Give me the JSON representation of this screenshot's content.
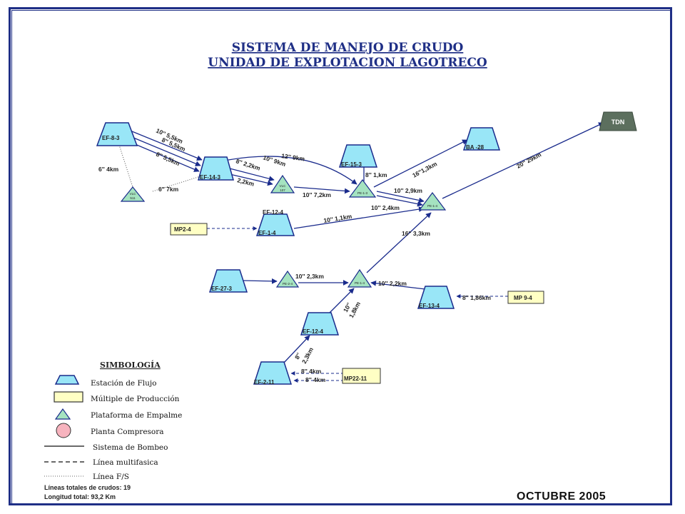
{
  "title": {
    "line1": "SISTEMA DE MANEJO DE CRUDO",
    "line2": "UNIDAD DE EXPLOTACION LAGOTRECO"
  },
  "colors": {
    "frame": "#1f2f86",
    "station_fill": "#99e6f7",
    "station_stroke": "#1a2b8c",
    "platform_fill": "#a5e3c0",
    "manifold_fill": "#ffffc4",
    "compressor_fill": "#f7b3be",
    "tdn_fill": "#5c6f5e"
  },
  "stations": {
    "ef_8_3": "EF-8-3",
    "ef_14_3": "EF-14-3",
    "ef_15_3": "EF-15-3",
    "ba_28": "BA -28",
    "ef_12_4_top": "EF-12-4",
    "ef_1_4": "EF-1-4",
    "ef_27_3": "EF-27-3",
    "ef_13_4": "EF-13-4",
    "ef_12_4_mid": "EF-12-4",
    "ef_2_11": "EF-2-11"
  },
  "platforms": {
    "vlc_left": [
      "VLC",
      "511"
    ],
    "vlc_mid": [
      "VLC",
      "107"
    ],
    "pe_1_3": "PE-1-3",
    "pe_1_4_right": "PE-1-4",
    "pe_2_4": "PE-2-4",
    "pe_1_4_lower": "PE-1-4"
  },
  "manifolds": {
    "mp2_4": "MP2-4",
    "mp9_4": "MP 9-4",
    "mp22_11": "MP22-11"
  },
  "destination": "TDN",
  "pipes": {
    "p1": "10'' 5,5km",
    "p2": "8'' 5,5km",
    "p3": "8'' 5,5km",
    "p4": "6'' 4km",
    "p5": "6'' 7km",
    "p6": "12'' 9km",
    "p7": "10'' 9km",
    "p8": "8'' 2,2km",
    "p9": "2,2km",
    "p10": "8'' 1,km",
    "p11": "10'' 7,2km",
    "p12": "16''1,3km",
    "p13": "10'' 2,9km",
    "p14": "10'' 2,4km",
    "p15": "20'' 29km",
    "p16": "10'' 1,1km",
    "p17": "16'' 3,3km",
    "p18": "10'' 2,3km",
    "p19": "10'' 2,2km",
    "p20": "8'' 1,86km",
    "p21a": "10''",
    "p21b": "1,8km",
    "p22a": "8''",
    "p22b": "2,3km",
    "p23": "8'' 4km",
    "p24": "8'' 4km"
  },
  "legend": {
    "heading": "SIMBOLOGÍA",
    "station": "Estación de Flujo",
    "manifold": "Múltiple de Producción",
    "platform": "Plataforma de Empalme",
    "compressor": "Planta Compresora",
    "pumping": "Sistema de Bombeo",
    "multiphase": "Línea multifasica",
    "fs": "Línea F/S"
  },
  "footer": {
    "total_lines": "Líneas totales de crudos: 19",
    "total_length": "Longitud total: 93,2 Km",
    "date": "OCTUBRE 2005"
  }
}
